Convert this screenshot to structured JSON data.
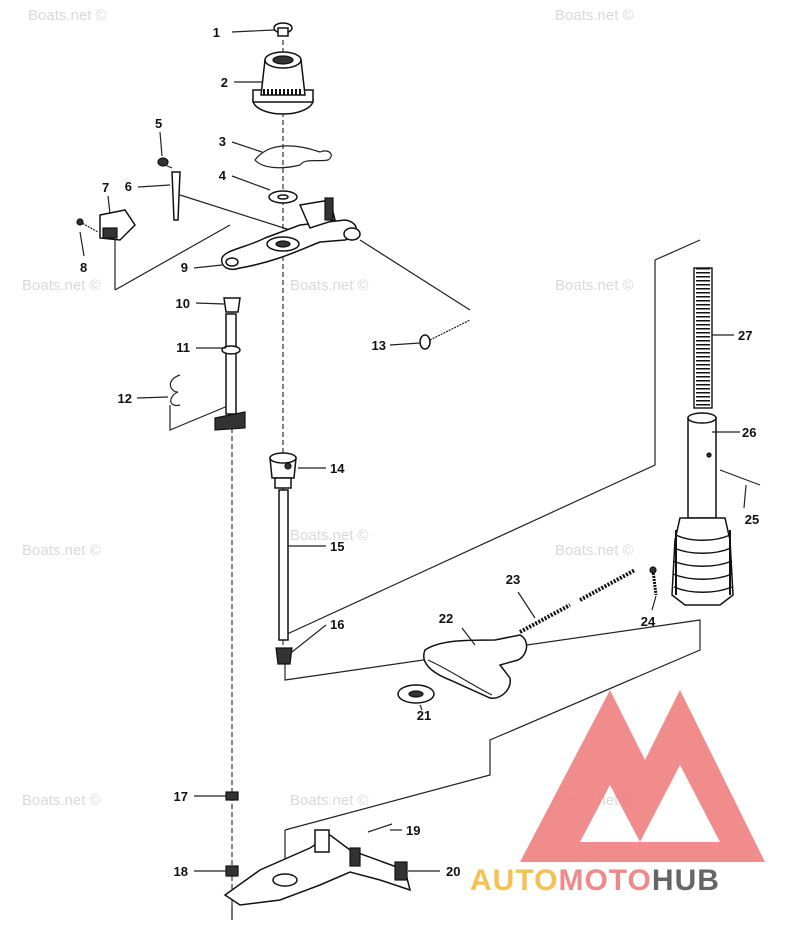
{
  "watermark": "Boats.net ©",
  "brand": {
    "part1": "AUTO",
    "part2": "MOTO",
    "part3": "HUB",
    "colors": {
      "part1": "#f5c150",
      "part2": "#f08a8a",
      "part3": "#666666",
      "logo": "#f08080"
    }
  },
  "labels": [
    "1",
    "2",
    "3",
    "4",
    "5",
    "6",
    "7",
    "8",
    "9",
    "10",
    "11",
    "12",
    "13",
    "14",
    "15",
    "16",
    "17",
    "18",
    "19",
    "20",
    "21",
    "22",
    "23",
    "24",
    "25",
    "26",
    "27"
  ]
}
